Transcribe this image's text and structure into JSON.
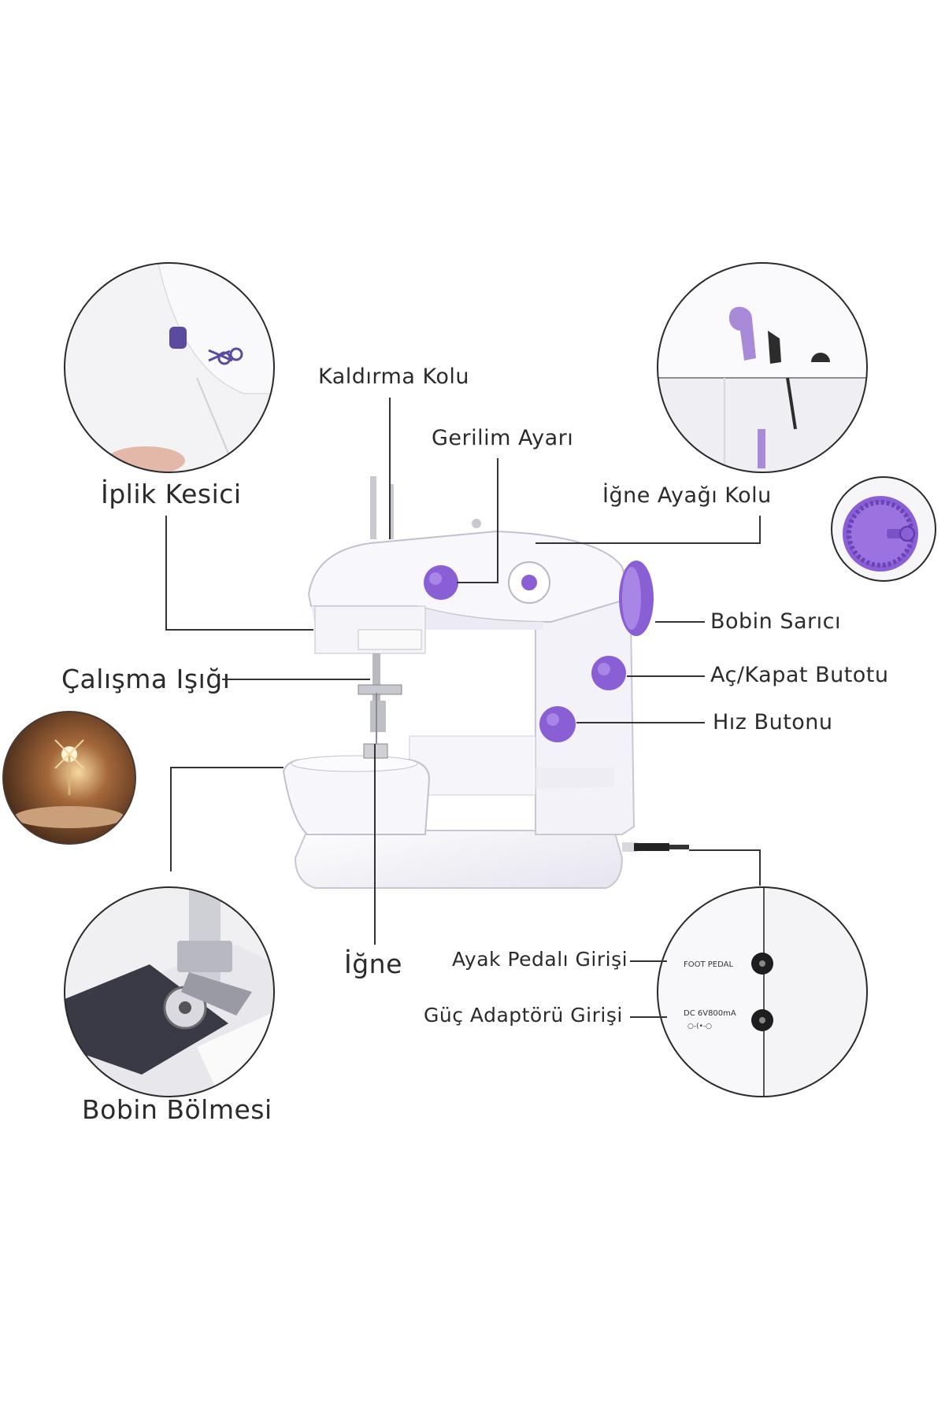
{
  "colors": {
    "accent": "#8a5fd6",
    "accent_dark": "#6b43b8",
    "machine_body": "#f4f3f8",
    "outline": "#3a3a3a",
    "leader": "#333333"
  },
  "labels": {
    "kaldirma_kolu": "Kaldırma Kolu",
    "gerilim_ayari": "Gerilim Ayarı",
    "iplik_kesici": "İplik Kesici",
    "igne_ayagi_kolu": "İğne Ayağı Kolu",
    "bobin_sarici": "Bobin Sarıcı",
    "calisma_isigi": "Çalışma Işığı",
    "ac_kapat_butotu": "Aç/Kapat Butotu",
    "hiz_butonu": "Hız Butonu",
    "igne": "İğne",
    "ayak_pedali_girisi": "Ayak Pedalı Girişi",
    "guc_adaptoru_girisi": "Güç Adaptörü Girişi",
    "bobin_bolmesi": "Bobin Bölmesi"
  },
  "panel": {
    "foot_pedal": "FOOT PEDAL",
    "dc_rating": "DC 6V800mA"
  },
  "icons": [
    "scissors-icon",
    "bobbin-winder-icon",
    "lamp-icon",
    "bobbin-icon",
    "power-socket-icon"
  ]
}
